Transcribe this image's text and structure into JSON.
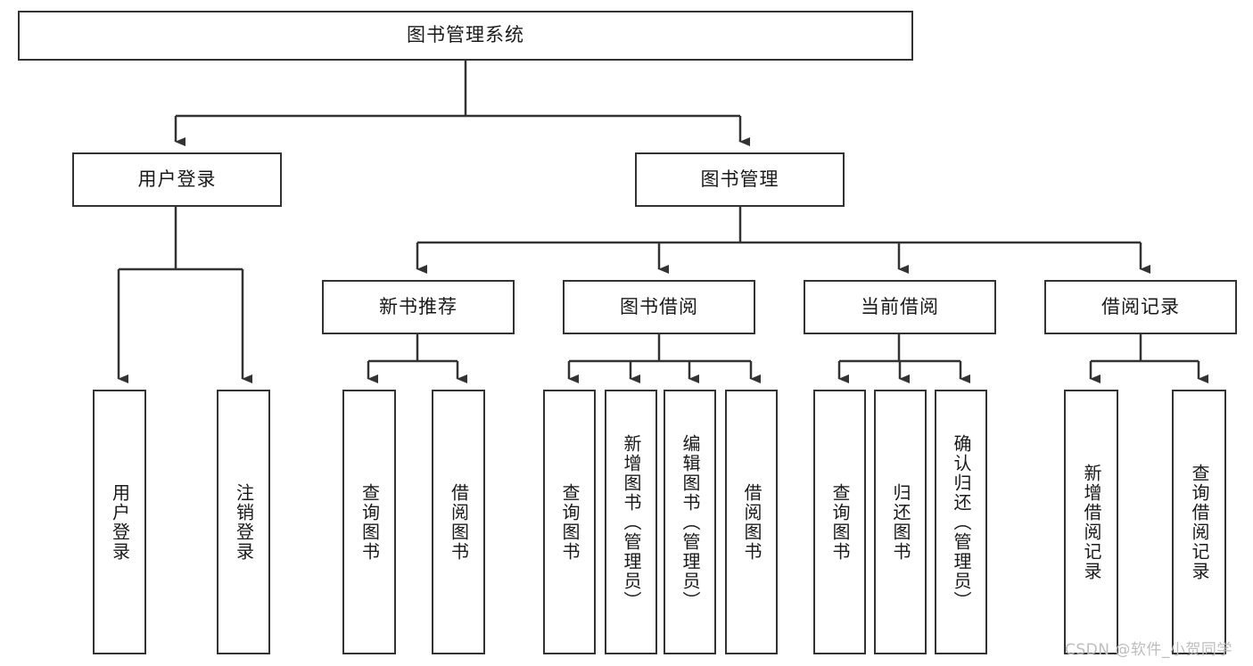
{
  "diagram": {
    "type": "tree",
    "title_node": {
      "label": "图书管理系统"
    },
    "level2": [
      {
        "label": "用户登录"
      },
      {
        "label": "图书管理"
      }
    ],
    "level3": [
      {
        "label": "新书推荐"
      },
      {
        "label": "图书借阅"
      },
      {
        "label": "当前借阅"
      },
      {
        "label": "借阅记录"
      }
    ],
    "leaves": {
      "user_login": [
        {
          "label": "用户登录"
        },
        {
          "label": "注销登录"
        }
      ],
      "new_book_recommend": [
        {
          "label": "查询图书"
        },
        {
          "label": "借阅图书"
        }
      ],
      "book_borrow": [
        {
          "label": "查询图书"
        },
        {
          "label": "新增图书（管理员）"
        },
        {
          "label": "编辑图书（管理员）"
        },
        {
          "label": "借阅图书"
        }
      ],
      "current_borrow": [
        {
          "label": "查询图书"
        },
        {
          "label": "归还图书"
        },
        {
          "label": "确认归还（管理员）"
        }
      ],
      "borrow_record": [
        {
          "label": "新增借阅记录"
        },
        {
          "label": "查询借阅记录"
        }
      ]
    }
  },
  "watermark": {
    "text": "CSDN @软件_小贺同学"
  },
  "colors": {
    "box_border": "#333333",
    "background": "#ffffff",
    "text": "#1a1a1a",
    "watermark": "#bdbdbd"
  }
}
